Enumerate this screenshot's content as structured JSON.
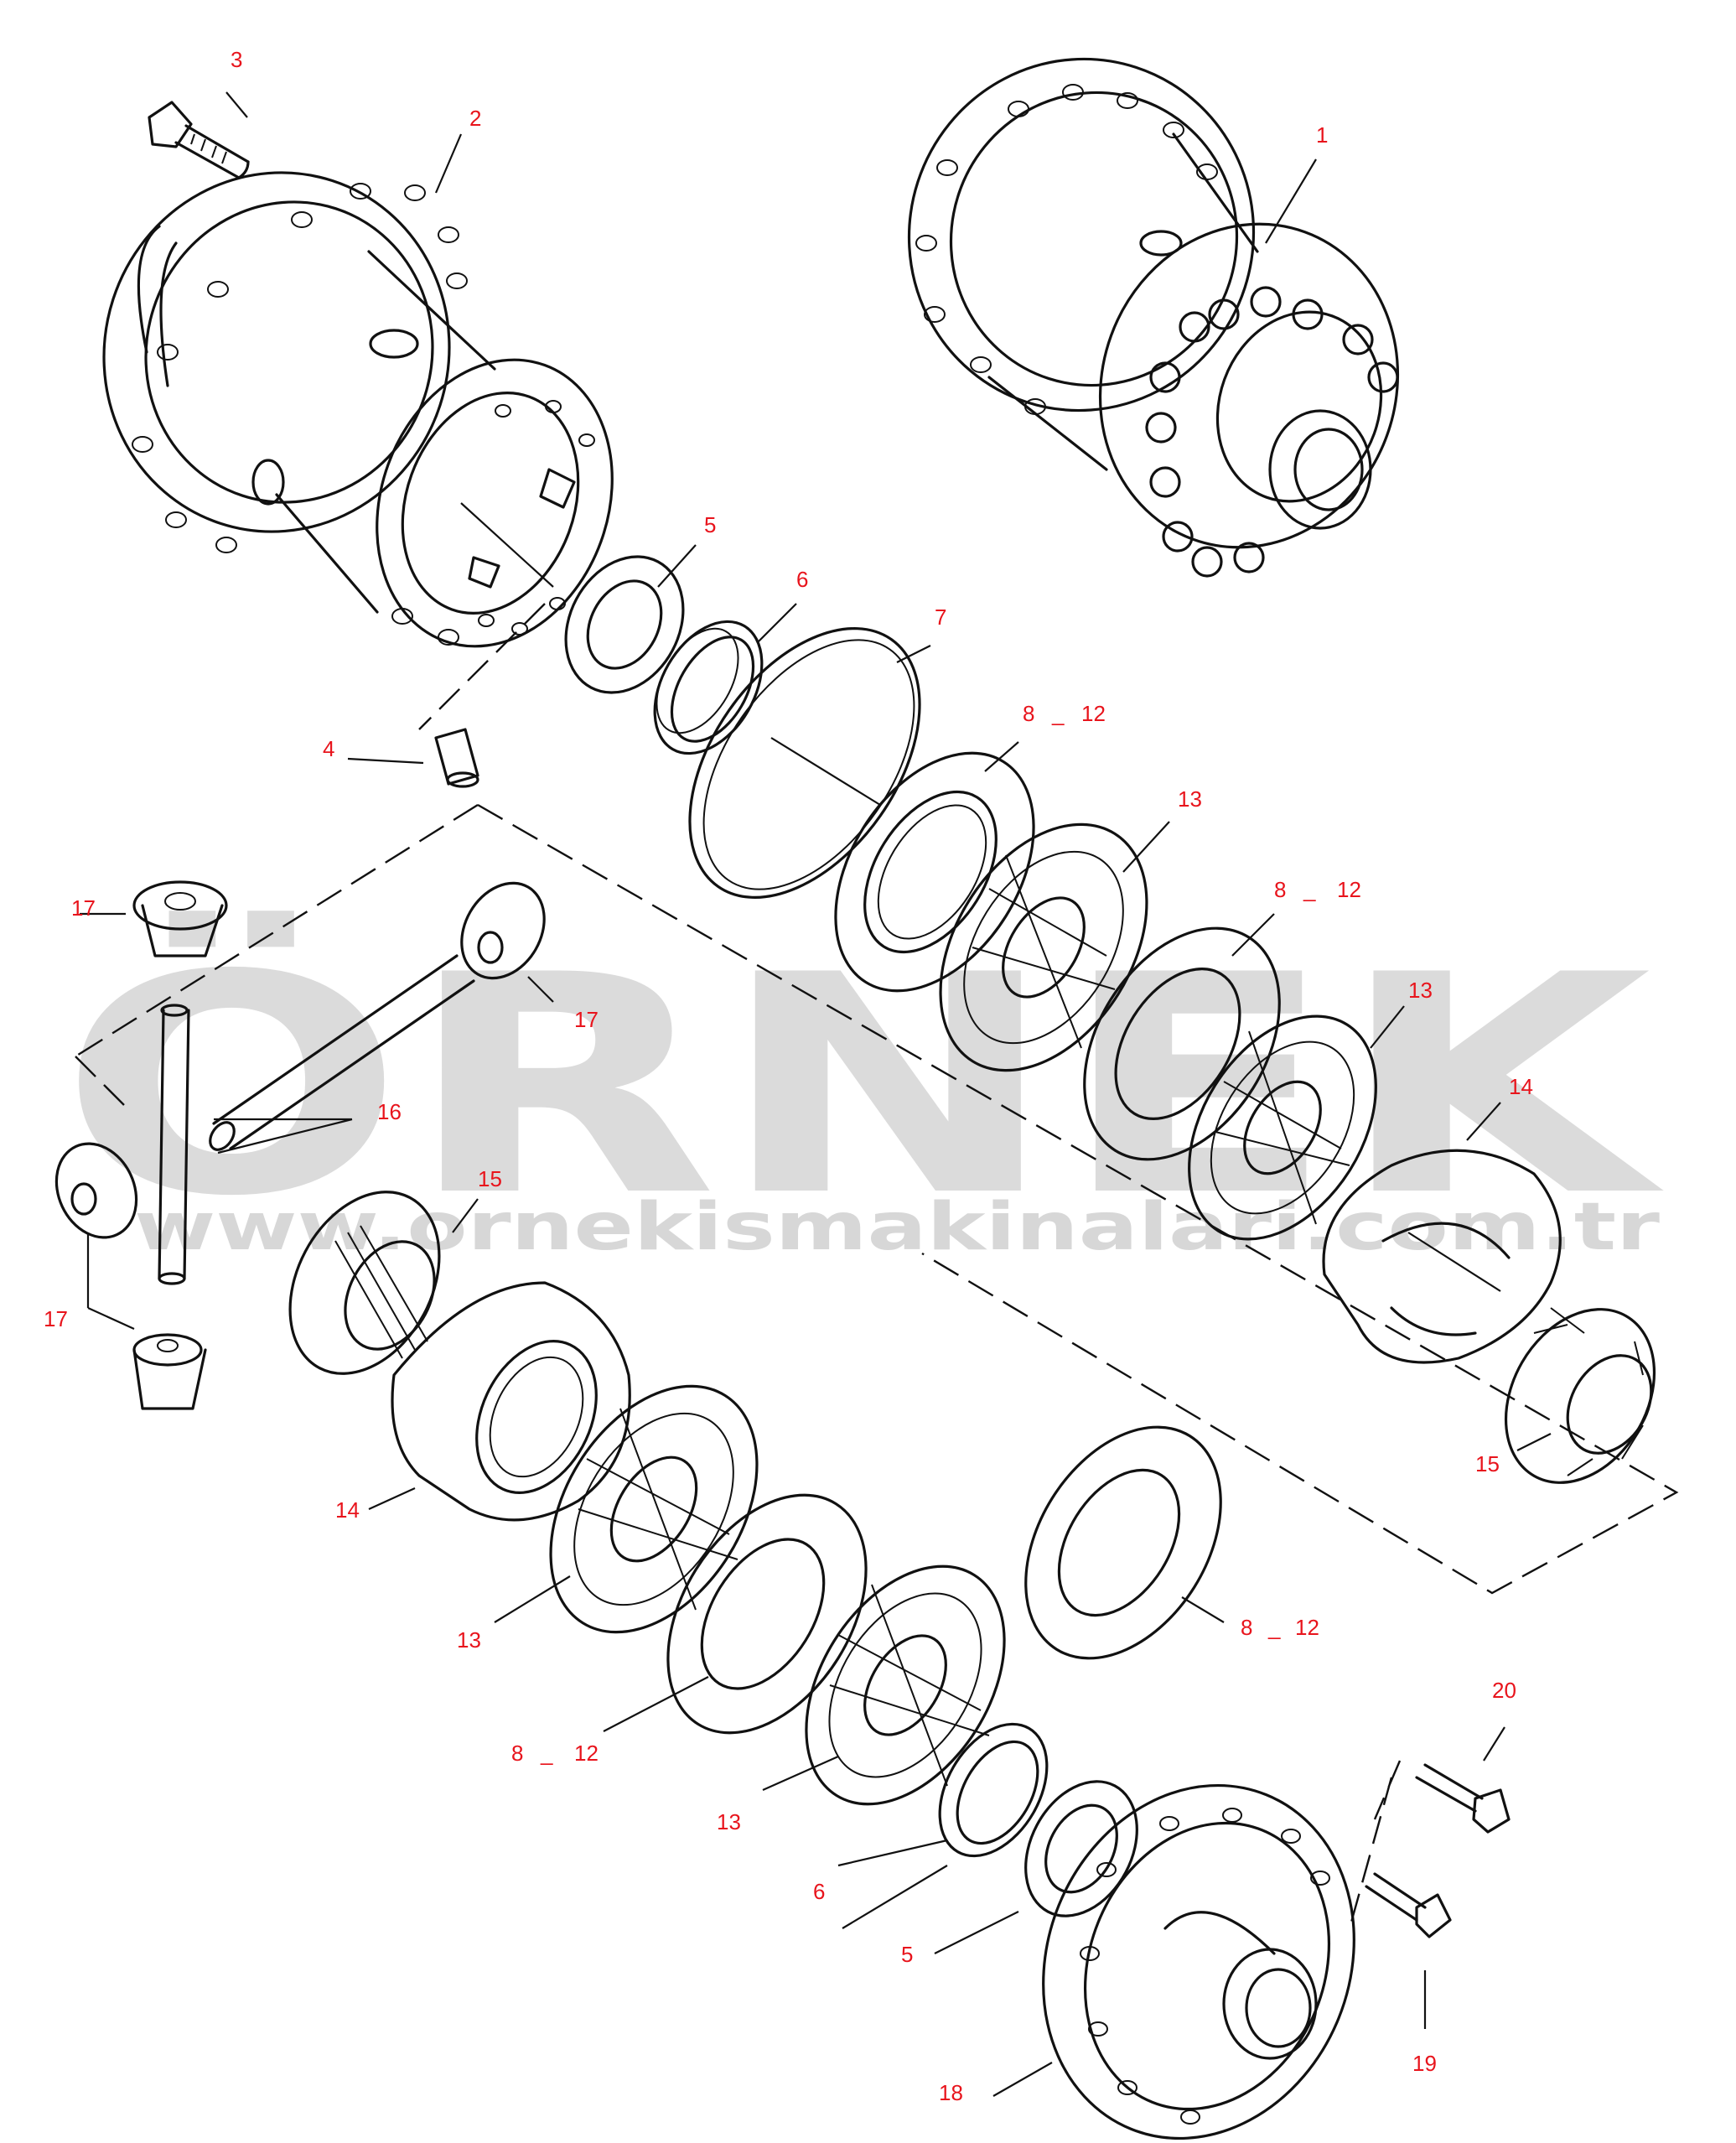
{
  "watermark": {
    "brand": "ÖRNEK",
    "url": "www.ornekismakinalari.com.tr"
  },
  "callouts": {
    "c1": "1",
    "c2": "2",
    "c3": "3",
    "c4": "4",
    "c5a": "5",
    "c5b": "5",
    "c6a": "6",
    "c6b": "6",
    "c7": "7",
    "c8_12a": "8",
    "c8_12a2": "12",
    "c8_12b": "8",
    "c8_12b2": "12",
    "c8_12c": "8",
    "c8_12c2": "12",
    "c8_12d": "8",
    "c8_12d2": "12",
    "c13a": "13",
    "c13b": "13",
    "c13c": "13",
    "c13d": "13",
    "c14a": "14",
    "c14b": "14",
    "c15a": "15",
    "c15b": "15",
    "c16": "16",
    "c17a": "17",
    "c17b": "17",
    "c17c": "17",
    "c18": "18",
    "c19": "19",
    "c20": "20"
  },
  "colors": {
    "callout": "#e8141c",
    "line": "#111111",
    "watermark": "#bdbdbd"
  }
}
